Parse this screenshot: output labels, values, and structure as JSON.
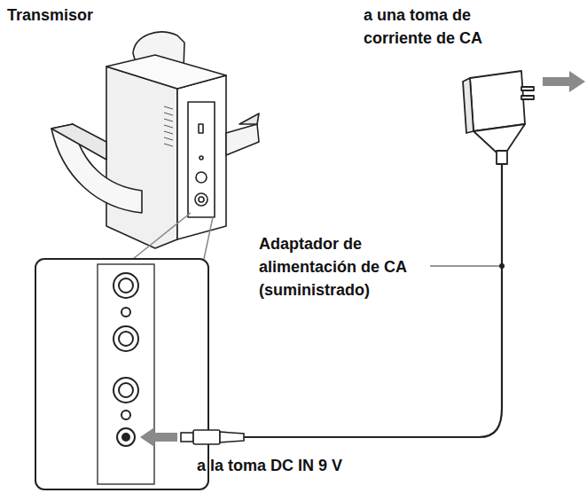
{
  "diagram": {
    "labels": [
      "Transmisor",
      "a una toma de corriente de CA",
      "Adaptador de alimentación de CA (suministrado)",
      "a la toma DC IN 9 V"
    ]
  }
}
